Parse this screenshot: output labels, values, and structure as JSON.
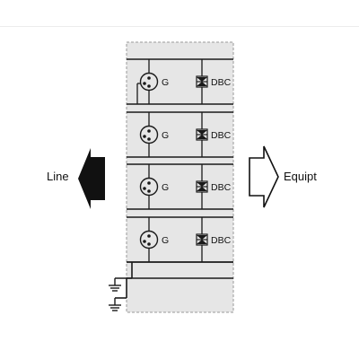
{
  "diagram": {
    "line_label": "Line",
    "equipment_label": "Equipt",
    "modules": [
      {
        "gdt_label": "G",
        "dbc_label": "DBC"
      },
      {
        "gdt_label": "G",
        "dbc_label": "DBC"
      },
      {
        "gdt_label": "G",
        "dbc_label": "DBC"
      },
      {
        "gdt_label": "G",
        "dbc_label": "DBC"
      }
    ],
    "ground_count": 2
  },
  "colors": {
    "panel_fill": "#e6e6e6",
    "line_color": "#1a1a1a",
    "line_arrow": "#111111",
    "equip_arrow_fill": "#ffffff"
  }
}
